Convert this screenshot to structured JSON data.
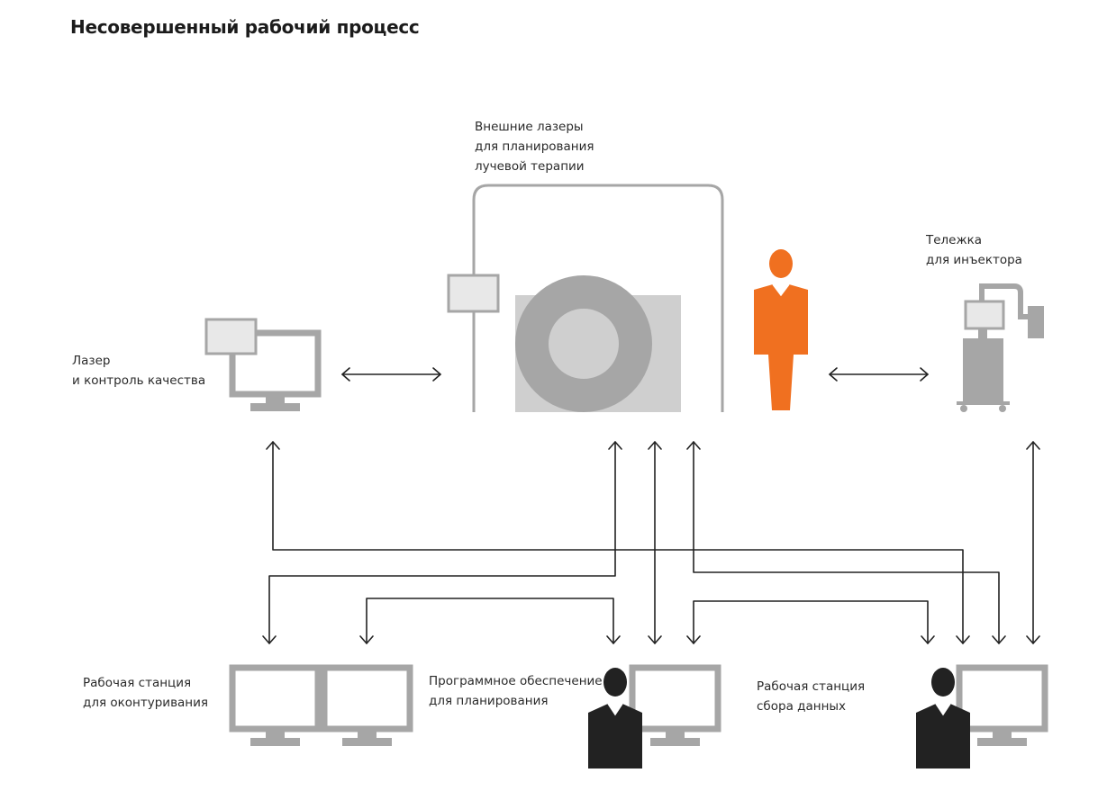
{
  "title": "Несовершенный рабочий процесс",
  "labels": {
    "ct_lasers": [
      "Внешние лазеры",
      "для планирования",
      "лучевой терапии"
    ],
    "injector": [
      "Тележка",
      "для инъектора"
    ],
    "laser_qc": [
      "Лазер",
      "и контроль качества"
    ],
    "contouring": [
      "Рабочая станция",
      "для оконтуривания"
    ],
    "planning": [
      "Программное обеспечение",
      "для планирования"
    ],
    "acquisition": [
      "Рабочая станция",
      "сбора данных"
    ]
  },
  "colors": {
    "equipment": "#a6a6a6",
    "equipment_light": "#cfcfcf",
    "screen_fill": "#e8e8e8",
    "patient": "#f07020",
    "operator": "#222222",
    "arrow": "#222222"
  },
  "icons": [
    "monitor-icon",
    "ct-scanner-icon",
    "patient-icon",
    "injector-cart-icon",
    "operator-icon"
  ]
}
